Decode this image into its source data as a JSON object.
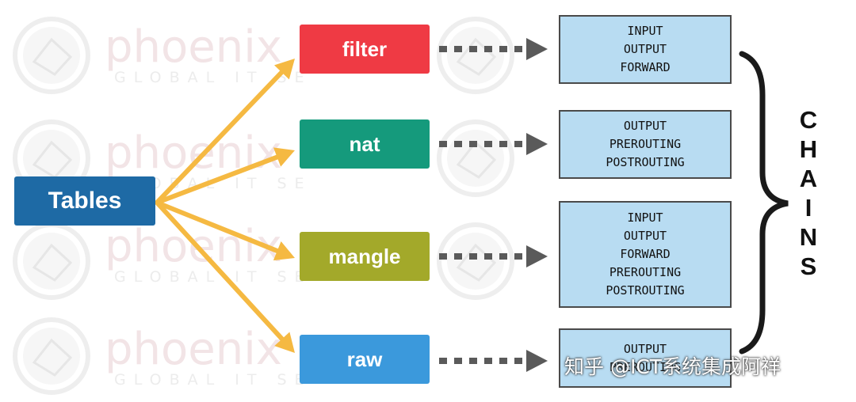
{
  "root": {
    "label": "Tables"
  },
  "tables": [
    {
      "label": "filter",
      "color": "#ef3a44"
    },
    {
      "label": "nat",
      "color": "#159a7c"
    },
    {
      "label": "mangle",
      "color": "#a3a92a"
    },
    {
      "label": "raw",
      "color": "#3b99dc"
    }
  ],
  "chains": [
    {
      "items": [
        "INPUT",
        "OUTPUT",
        "FORWARD"
      ]
    },
    {
      "items": [
        "OUTPUT",
        "PREROUTING",
        "POSTROUTING"
      ]
    },
    {
      "items": [
        "INPUT",
        "OUTPUT",
        "FORWARD",
        "PREROUTING",
        "POSTROUTING"
      ]
    },
    {
      "items": [
        "OUTPUT",
        "PREROUTING"
      ]
    }
  ],
  "chains_label": [
    "C",
    "H",
    "A",
    "I",
    "N",
    "S"
  ],
  "watermark": {
    "brand": "phoenix",
    "tagline": "GLOBAL IT SE"
  },
  "caption": "知乎 @ICT系统集成阿祥",
  "colors": {
    "arrow": "#f5b942",
    "dotted": "#5a5a5a",
    "chain_fill": "#b8dcf2",
    "root": "#1e6aa5"
  }
}
